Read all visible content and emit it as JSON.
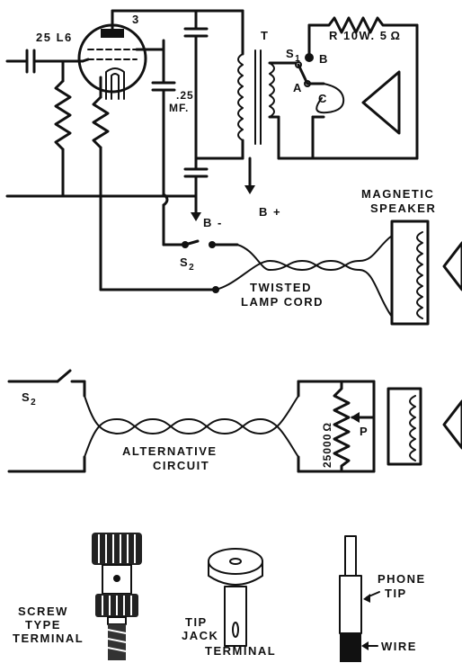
{
  "schematic": {
    "tube": "25 L6",
    "tube_pin": "3",
    "capacitor": ".25",
    "capacitor_unit": "MF.",
    "transformer": "T",
    "switch_s1": "S",
    "switch_s1_sub": "1",
    "terminal_a": "A",
    "terminal_b": "B",
    "terminal_c": "C",
    "resistor": "R 10W. 5",
    "ohm": "Ω",
    "b_minus": "B -",
    "b_plus": "B +",
    "switch_s2": "S",
    "switch_s2_sub": "2",
    "cord_line1": "TWISTED",
    "cord_line2": "LAMP CORD",
    "speaker_line1": "MAGNETIC",
    "speaker_line2": "SPEAKER"
  },
  "alternative": {
    "switch": "S",
    "switch_sub": "2",
    "caption_line1": "ALTERNATIVE",
    "caption_line2": "CIRCUIT",
    "pot_value": "25000",
    "ohm": "Ω",
    "pot_label": "P"
  },
  "terminals": {
    "screw_line1": "SCREW",
    "screw_line2": "TYPE",
    "screw_line3": "TERMINAL",
    "jack_line1": "TIP",
    "jack_line2": "JACK",
    "jack_line3": "TERMINAL",
    "phone_line1": "PHONE",
    "phone_line2": "TIP",
    "wire": "WIRE"
  }
}
